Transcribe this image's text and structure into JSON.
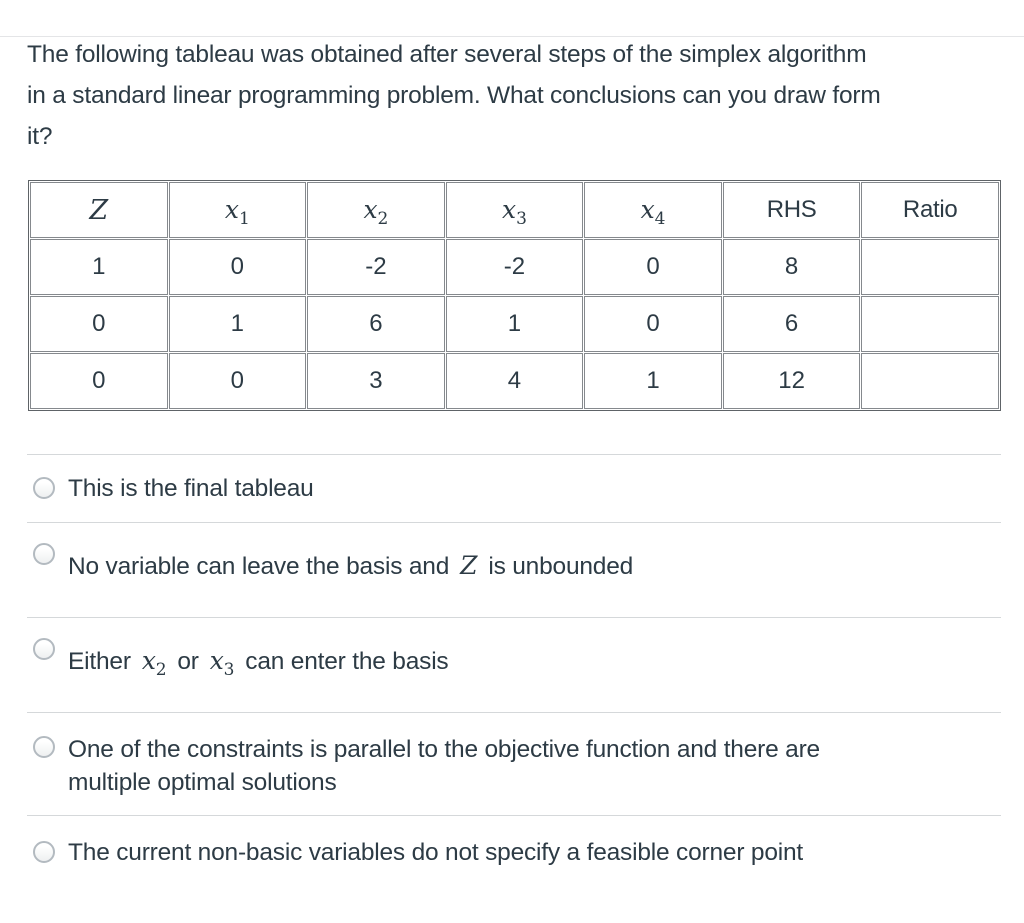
{
  "colors": {
    "text": "#2d3b45",
    "divider": "#d5d8da",
    "table_outer_border": "#5e6367",
    "table_cell_border": "#85898d",
    "radio_border": "#b3bac0",
    "background": "#ffffff"
  },
  "question": {
    "lines": [
      "The following tableau was obtained after several steps of the simplex algorithm",
      "in a standard linear programming problem. What conclusions can you draw form",
      "it?"
    ]
  },
  "table": {
    "headers": [
      {
        "base": "Z",
        "sub": ""
      },
      {
        "base": "x",
        "sub": "1"
      },
      {
        "base": "x",
        "sub": "2"
      },
      {
        "base": "x",
        "sub": "3"
      },
      {
        "base": "x",
        "sub": "4"
      },
      {
        "base": "RHS",
        "sub": ""
      },
      {
        "base": "Ratio",
        "sub": ""
      }
    ],
    "rows": [
      [
        "1",
        "0",
        "-2",
        "-2",
        "0",
        "8",
        ""
      ],
      [
        "0",
        "1",
        "6",
        "1",
        "0",
        "6",
        ""
      ],
      [
        "0",
        "0",
        "3",
        "4",
        "1",
        "12",
        ""
      ]
    ]
  },
  "options": [
    {
      "label": "This is the final tableau"
    },
    {
      "pre": "No variable can leave the basis and",
      "math": {
        "base": "Z",
        "sub": ""
      },
      "post": "is unbounded"
    },
    {
      "pre": "Either",
      "math1": {
        "base": "x",
        "sub": "2"
      },
      "mid": "or",
      "math2": {
        "base": "x",
        "sub": "3"
      },
      "post": "can enter the basis"
    },
    {
      "lines": [
        "One of the constraints is parallel to the objective function and there are",
        "multiple optimal solutions"
      ]
    },
    {
      "label": "The current non-basic variables do not specify a feasible corner point"
    }
  ]
}
